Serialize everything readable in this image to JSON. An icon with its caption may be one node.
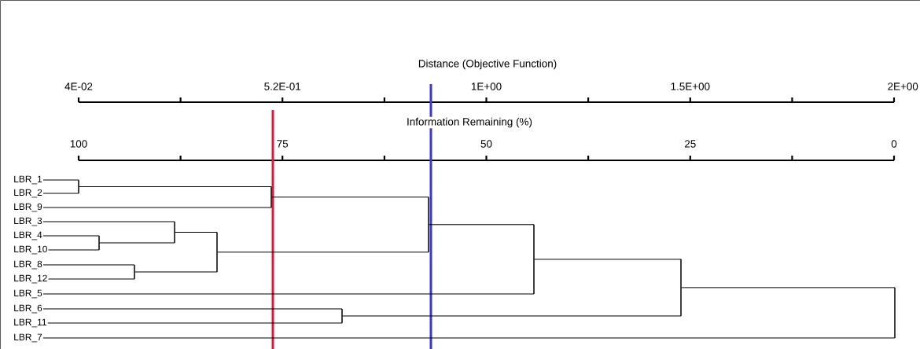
{
  "diagram": {
    "nodes": [
      {
        "text": [
          "LBR_1"
        ]
      },
      {
        "text": [
          "LBR_2"
        ]
      },
      {
        "text": [
          "LBR_9"
        ]
      },
      {
        "text": [
          "LBR_3"
        ]
      },
      {
        "text": [
          "LBR_4"
        ]
      },
      {
        "text": [
          "LBR_10"
        ]
      },
      {
        "text": [
          "LBR_8"
        ]
      },
      {
        "text": [
          "LBR_12"
        ]
      },
      {
        "text": [
          "LBR_5"
        ]
      },
      {
        "text": [
          "LBR_6"
        ]
      },
      {
        "text": [
          "LBR_11"
        ]
      },
      {
        "text": [
          "LBR_7"
        ]
      },
      {
        "text": [],
        "shape": "bar"
      },
      {
        "text": [],
        "shape": "bar"
      },
      {
        "text": [],
        "shape": "bar"
      },
      {
        "text": [],
        "shape": "bar"
      },
      {
        "text": [],
        "shape": "bar"
      },
      {
        "text": [],
        "shape": "bar"
      },
      {
        "text": [],
        "shape": "bar"
      },
      {
        "text": [],
        "shape": "bar"
      },
      {
        "text": [],
        "shape": "bar"
      },
      {
        "text": [],
        "shape": "bar"
      },
      {
        "text": [],
        "shape": "bar"
      }
    ],
    "edges": [
      {
        "from": 0,
        "to": 12,
        "arrow": "none"
      },
      {
        "from": 1,
        "to": 12,
        "arrow": "none"
      },
      {
        "from": 12,
        "to": 13,
        "arrow": "none"
      },
      {
        "from": 2,
        "to": 13,
        "arrow": "none"
      },
      {
        "from": 4,
        "to": 14,
        "arrow": "none"
      },
      {
        "from": 5,
        "to": 14,
        "arrow": "none"
      },
      {
        "from": 3,
        "to": 15,
        "arrow": "none"
      },
      {
        "from": 14,
        "to": 15,
        "arrow": "none"
      },
      {
        "from": 6,
        "to": 16,
        "arrow": "none"
      },
      {
        "from": 7,
        "to": 16,
        "arrow": "none"
      },
      {
        "from": 15,
        "to": 17,
        "arrow": "none"
      },
      {
        "from": 16,
        "to": 17,
        "arrow": "none"
      },
      {
        "from": 13,
        "to": 18,
        "arrow": "none"
      },
      {
        "from": 17,
        "to": 18,
        "arrow": "none"
      },
      {
        "from": 18,
        "to": 19,
        "arrow": "none"
      },
      {
        "from": 8,
        "to": 19,
        "arrow": "none"
      },
      {
        "from": 9,
        "to": 20,
        "arrow": "none"
      },
      {
        "from": 10,
        "to": 20,
        "arrow": "none"
      },
      {
        "from": 19,
        "to": 21,
        "arrow": "none"
      },
      {
        "from": 20,
        "to": 21,
        "arrow": "none"
      },
      {
        "from": 21,
        "to": 22,
        "arrow": "none"
      },
      {
        "from": 11,
        "to": 22,
        "arrow": "none"
      }
    ],
    "labels": [
      "Distance (Objective Function)",
      "4E-02",
      "5.2E-01",
      "1E+00",
      "1.5E+00",
      "2E+00",
      "Information Remaining (%)",
      "100",
      "75",
      "50",
      "25",
      "0"
    ]
  }
}
